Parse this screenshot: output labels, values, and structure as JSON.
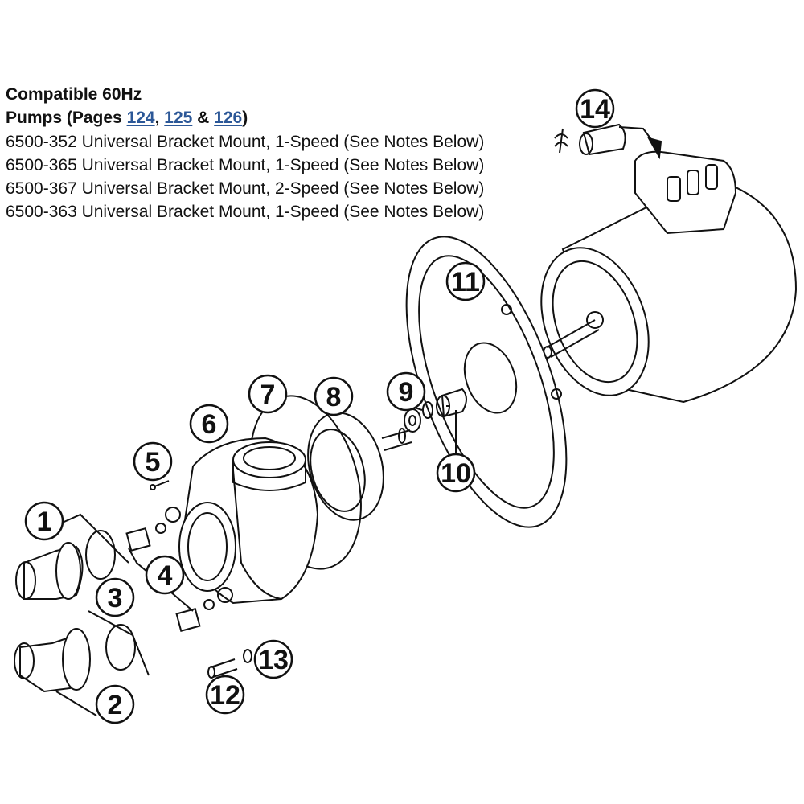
{
  "header": {
    "line1": "Compatible 60Hz",
    "line2_prefix": "Pumps (Pages ",
    "page_links": [
      "124",
      "125",
      "126"
    ],
    "sep_comma": ", ",
    "sep_amp": " & ",
    "line2_suffix": ")"
  },
  "models": [
    "6500-352 Universal Bracket Mount, 1-Speed (See Notes Below)",
    "6500-365 Universal Bracket Mount, 1-Speed (See Notes Below)",
    "6500-367 Universal Bracket Mount, 2-Speed (See Notes Below)",
    "6500-363 Universal Bracket Mount, 1-Speed (See Notes Below)"
  ],
  "callouts": [
    "1",
    "2",
    "3",
    "4",
    "5",
    "6",
    "7",
    "8",
    "9",
    "10",
    "11",
    "12",
    "13",
    "14"
  ],
  "colors": {
    "link": "#2b5797",
    "line": "#111111"
  }
}
